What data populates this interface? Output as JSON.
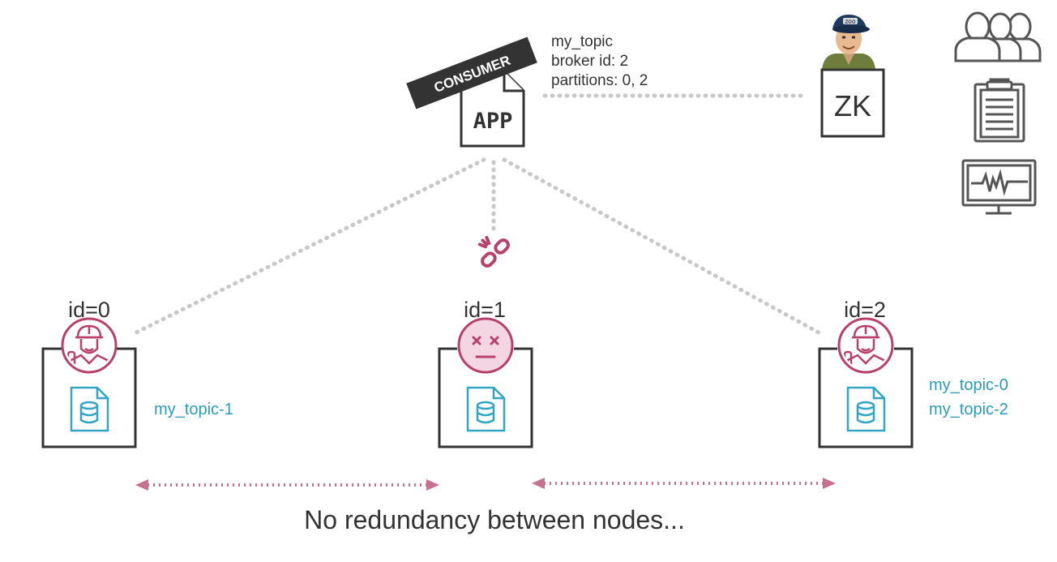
{
  "diagram": {
    "consumer_tag": "CONSUMER",
    "app_label": "APP",
    "consumer_info": [
      "my_topic",
      "broker id: 2",
      "partitions: 0, 2"
    ],
    "zk_label": "ZK",
    "zookeeper_cap_text": "ZOO",
    "caption": "No redundancy between nodes...",
    "brokers": [
      {
        "id_label": "id=0",
        "status": "alive",
        "partitions": [
          "my_topic-1"
        ]
      },
      {
        "id_label": "id=1",
        "status": "dead",
        "partitions": []
      },
      {
        "id_label": "id=2",
        "status": "alive",
        "partitions": [
          "my_topic-0",
          "my_topic-2"
        ]
      }
    ],
    "side_icons": [
      "users-icon",
      "clipboard-icon",
      "monitor-heartbeat-icon"
    ],
    "colors": {
      "accent": "#b7406d",
      "accent_light": "#f3d6e2",
      "partition_text": "#2b9bb8",
      "file_icon": "#31a6c4",
      "link_dots": "#c8c8c8",
      "arrow_dots": "#c8708f",
      "ink": "#333333"
    }
  }
}
